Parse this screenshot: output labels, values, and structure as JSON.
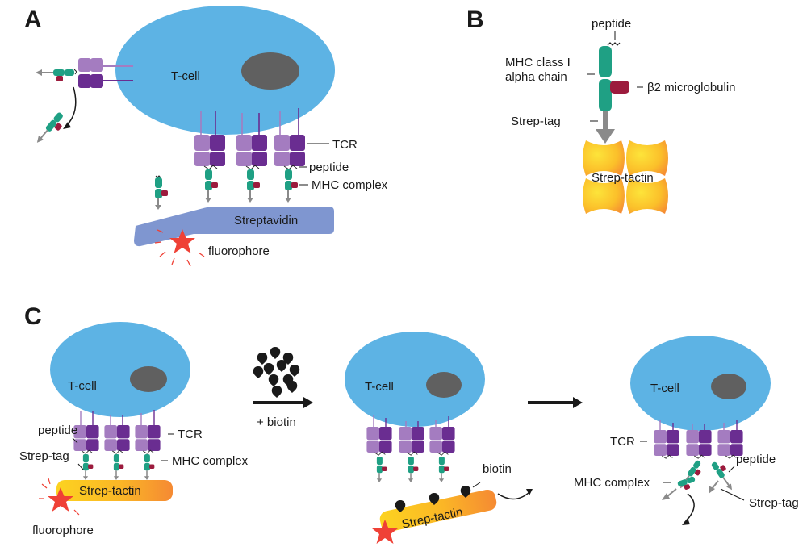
{
  "panels": {
    "a": {
      "letter": "A",
      "cell": "T-cell",
      "tcr": "TCR",
      "peptide": "peptide",
      "mhc": "MHC complex",
      "streptavidin": "Streptavidin",
      "fluorophore": "fluorophore"
    },
    "b": {
      "letter": "B",
      "peptide": "peptide",
      "alpha_line1": "MHC class I",
      "alpha_line2": "alpha chain",
      "b2m": "β2 microglobulin",
      "strep_tag": "Strep-tag",
      "strep_tactin": "Strep-tactin"
    },
    "c": {
      "letter": "C",
      "cell": "T-cell",
      "peptide": "peptide",
      "tcr": "TCR",
      "strep_tag": "Strep-tag",
      "mhc": "MHC complex",
      "strep_tactin": "Strep-tactin",
      "fluorophore": "fluorophore",
      "plus_biotin": "+ biotin",
      "biotin": "biotin"
    }
  },
  "colors": {
    "cell": "#5db3e4",
    "nucleus": "#606060",
    "tcr_light": "#a47cc0",
    "tcr_dark": "#6a2d91",
    "mhc": "#1fa084",
    "b2m": "#9c1b3d",
    "streptavidin": "#7f96d0",
    "star": "#ef4136",
    "tactin_start": "#fcd320",
    "tactin_end": "#f58a33"
  }
}
